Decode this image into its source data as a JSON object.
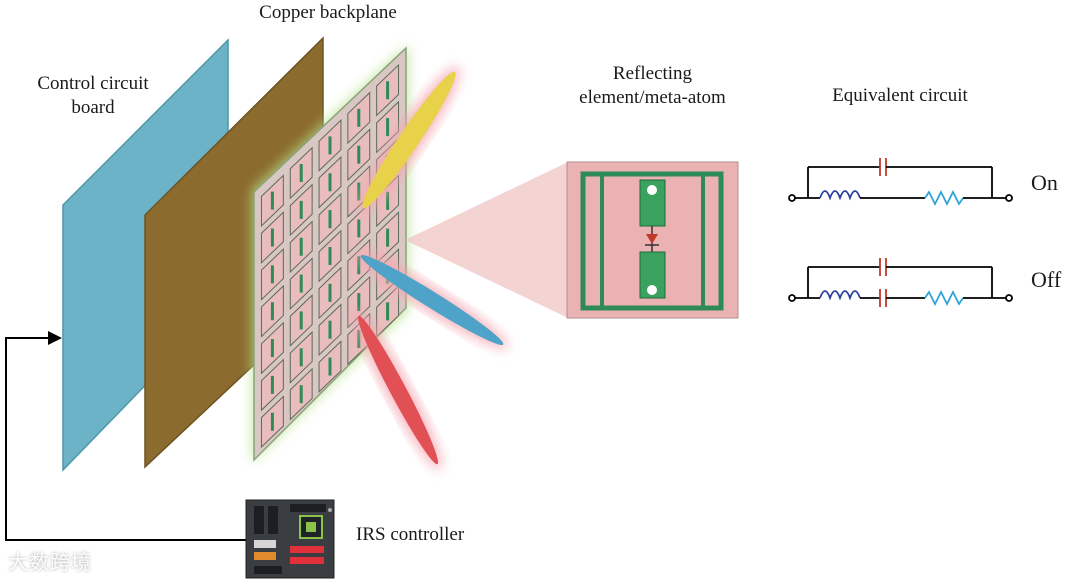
{
  "labels": {
    "control_circuit_board": "Control circuit\nboard",
    "copper_backplane": "Copper backplane",
    "reflecting_element": "Reflecting\nelement/meta-atom",
    "equivalent_circuit": "Equivalent circuit",
    "state_on": "On",
    "state_off": "Off",
    "irs_controller": "IRS controller"
  },
  "watermark": "大数跨境",
  "colors": {
    "control_board": "#6db3c7",
    "copper_backplane": "#8b6b2e",
    "metasurface_bg": "#d7c6c3",
    "meta_atom_green": "#2e8b57",
    "beam_yellow": "#e8d24a",
    "beam_blue": "#4fa3c9",
    "beam_red": "#e05055",
    "inductor": "#2a3f9e",
    "capacitor": "#c0392b",
    "resistor": "#2ea3d6"
  },
  "icons": [
    "diode-icon",
    "arrow-icon",
    "circuit-board-icon"
  ]
}
